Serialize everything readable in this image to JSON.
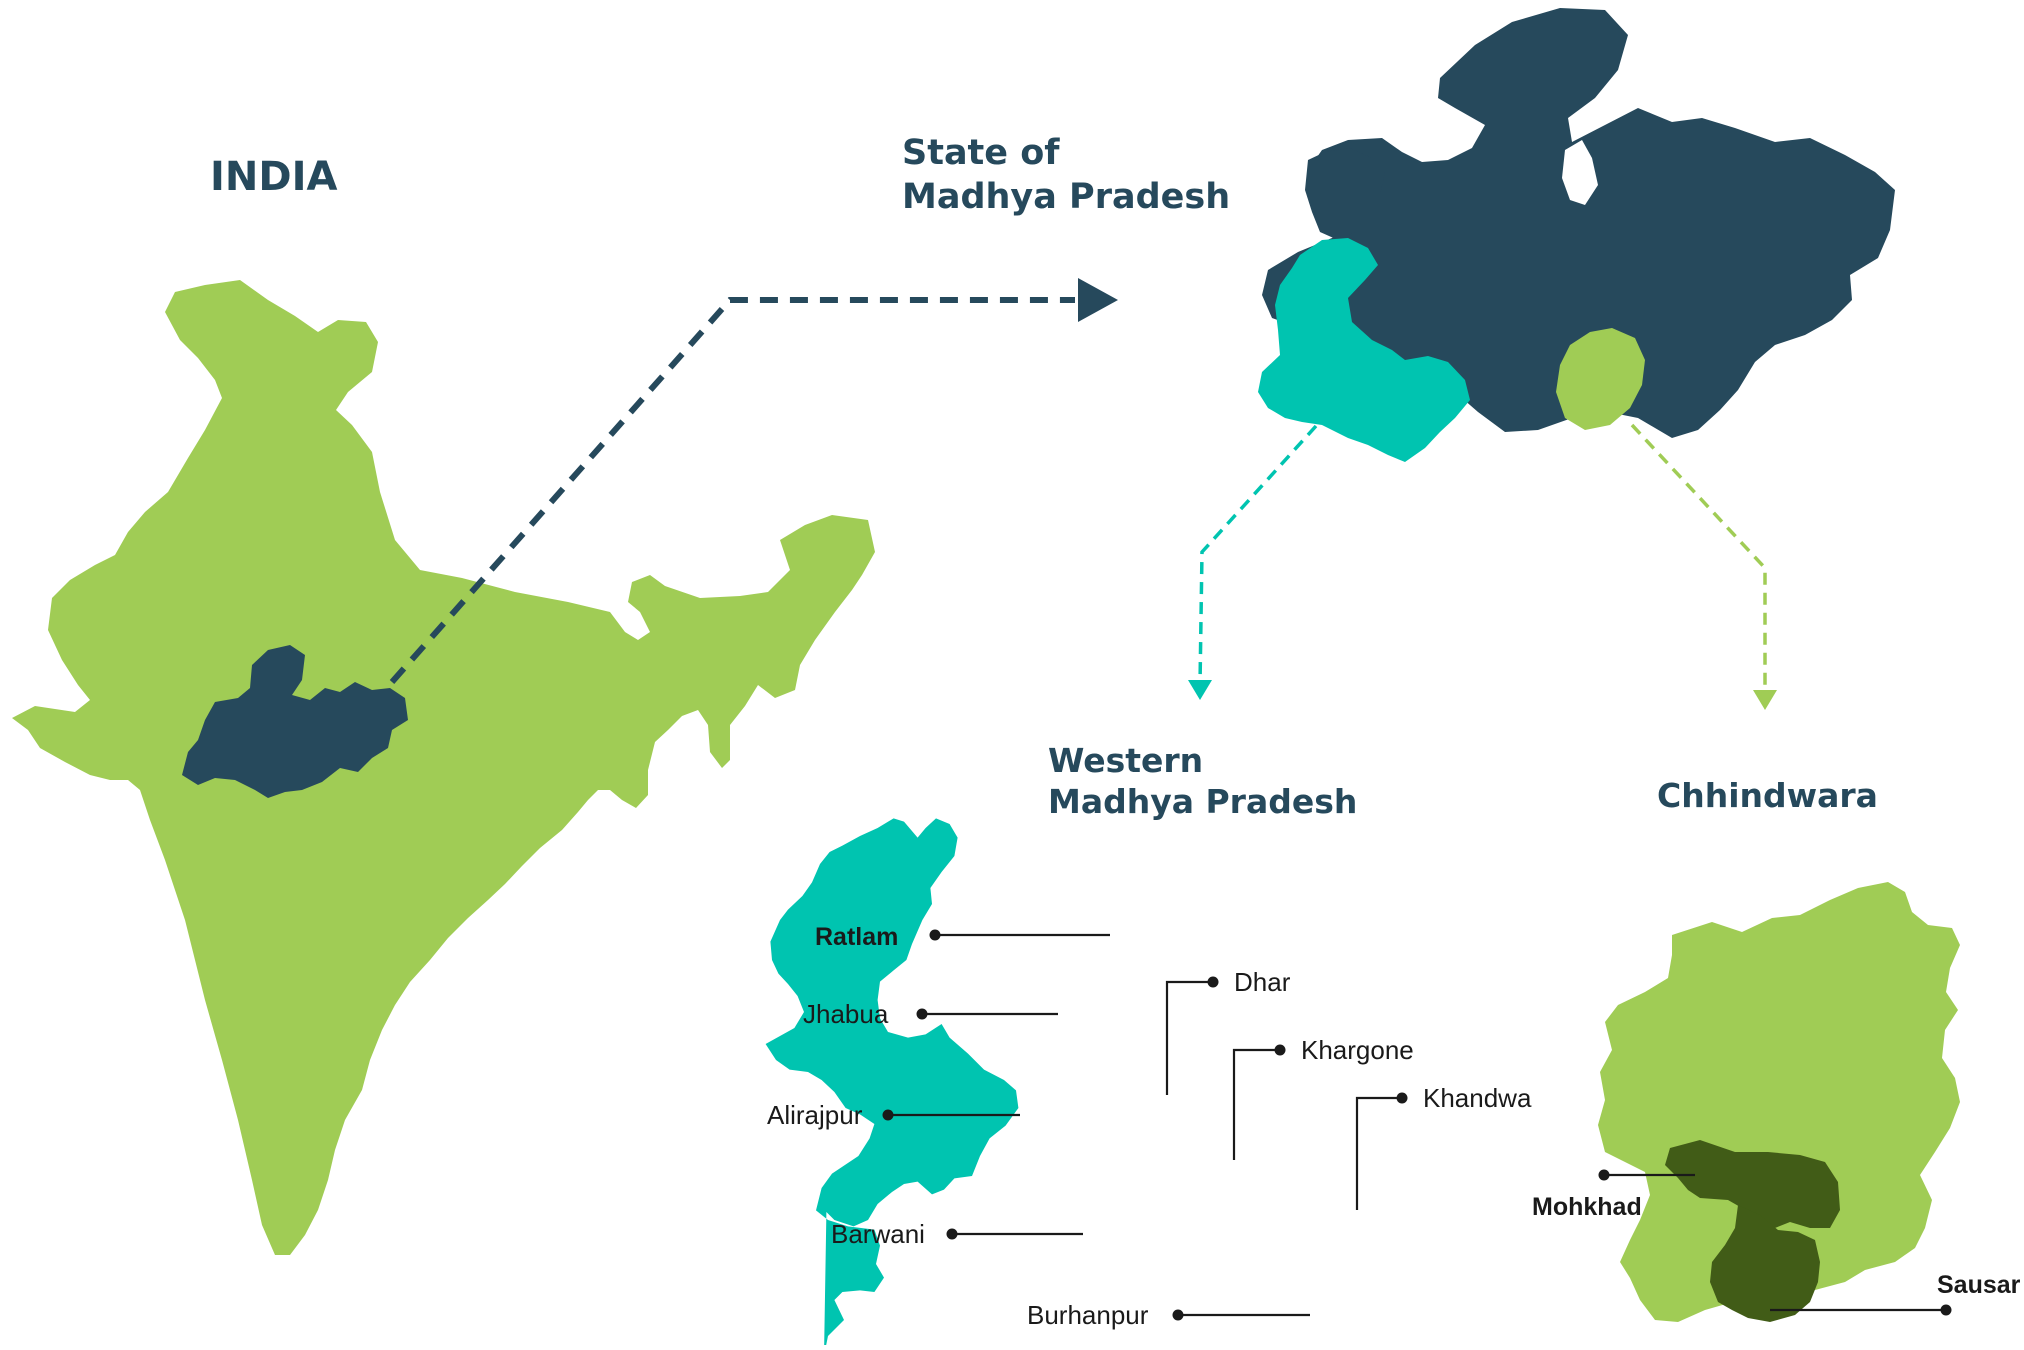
{
  "titles": {
    "india": "INDIA",
    "state_line1": "State of",
    "state_line2": "Madhya Pradesh",
    "western_line1": "Western",
    "western_line2": "Madhya Pradesh",
    "chhindwara": "Chhindwara"
  },
  "western_districts": [
    "Ratlam",
    "Jhabua",
    "Alirajpur",
    "Barwani",
    "Burhanpur",
    "Dhar",
    "Khargone",
    "Khandwa"
  ],
  "chhindwara_blocks": [
    "Mohkhad",
    "Sausar"
  ],
  "colors": {
    "india_green": "#a0cc55",
    "mp_navy": "#26495c",
    "western_teal": "#00c4b0",
    "chhindwara_light": "#a0cc55",
    "block_dark_green": "#415c17",
    "title_text": "#26495c"
  }
}
